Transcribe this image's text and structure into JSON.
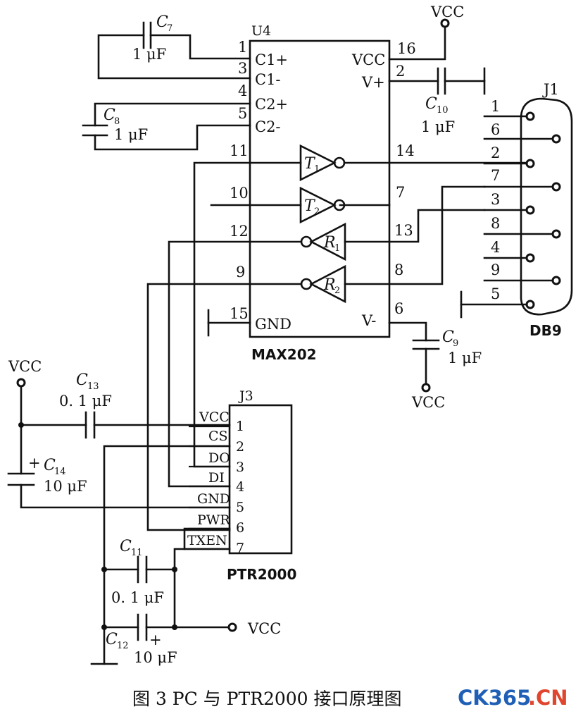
{
  "u4": {
    "ref": "U4",
    "part": "MAX202",
    "pins": [
      {
        "num": "1",
        "name": "C1+"
      },
      {
        "num": "3",
        "name": "C1-"
      },
      {
        "num": "4",
        "name": "C2+"
      },
      {
        "num": "5",
        "name": "C2-"
      },
      {
        "num": "11",
        "name": ""
      },
      {
        "num": "10",
        "name": ""
      },
      {
        "num": "12",
        "name": ""
      },
      {
        "num": "9",
        "name": ""
      },
      {
        "num": "15",
        "name": "GND"
      },
      {
        "num": "16",
        "name": "VCC"
      },
      {
        "num": "2",
        "name": "V+"
      },
      {
        "num": "14",
        "name": ""
      },
      {
        "num": "7",
        "name": ""
      },
      {
        "num": "13",
        "name": ""
      },
      {
        "num": "8",
        "name": ""
      },
      {
        "num": "6",
        "name": "V-"
      }
    ],
    "buffers": [
      {
        "letter": "T",
        "sub": "1"
      },
      {
        "letter": "T",
        "sub": "2"
      },
      {
        "letter": "R",
        "sub": "1"
      },
      {
        "letter": "R",
        "sub": "2"
      }
    ]
  },
  "j1": {
    "ref": "J1",
    "part": "DB9",
    "pins": [
      "1",
      "6",
      "2",
      "7",
      "3",
      "8",
      "4",
      "9",
      "5"
    ]
  },
  "j3": {
    "ref": "J3",
    "part": "PTR2000",
    "pins": [
      {
        "num": "1",
        "name": "VCC"
      },
      {
        "num": "2",
        "name": "CS"
      },
      {
        "num": "3",
        "name": "DO"
      },
      {
        "num": "4",
        "name": "DI"
      },
      {
        "num": "5",
        "name": "GND"
      },
      {
        "num": "6",
        "name": "PWR"
      },
      {
        "num": "7",
        "name": "TXEN"
      }
    ]
  },
  "capacitors": [
    {
      "ref": "C",
      "sub": "7",
      "value": "1 μF"
    },
    {
      "ref": "C",
      "sub": "8",
      "value": "1 μF"
    },
    {
      "ref": "C",
      "sub": "10",
      "value": "1 μF"
    },
    {
      "ref": "C",
      "sub": "9",
      "value": "1 μF"
    },
    {
      "ref": "C",
      "sub": "13",
      "value": "0. 1 μF"
    },
    {
      "ref": "C",
      "sub": "14",
      "value": "10 μF"
    },
    {
      "ref": "C",
      "sub": "11",
      "value": "0. 1 μF"
    },
    {
      "ref": "C",
      "sub": "12",
      "value": "10 μF"
    }
  ],
  "power_labels": [
    "VCC",
    "VCC",
    "VCC",
    "VCC"
  ],
  "polarity_mark": "+",
  "caption": "图 3   PC 与 PTR2000 接口原理图",
  "watermark": {
    "part1": "CK365",
    "part2": ".CN",
    "color1": "#1f5fb6",
    "color2": "#e0452e"
  }
}
